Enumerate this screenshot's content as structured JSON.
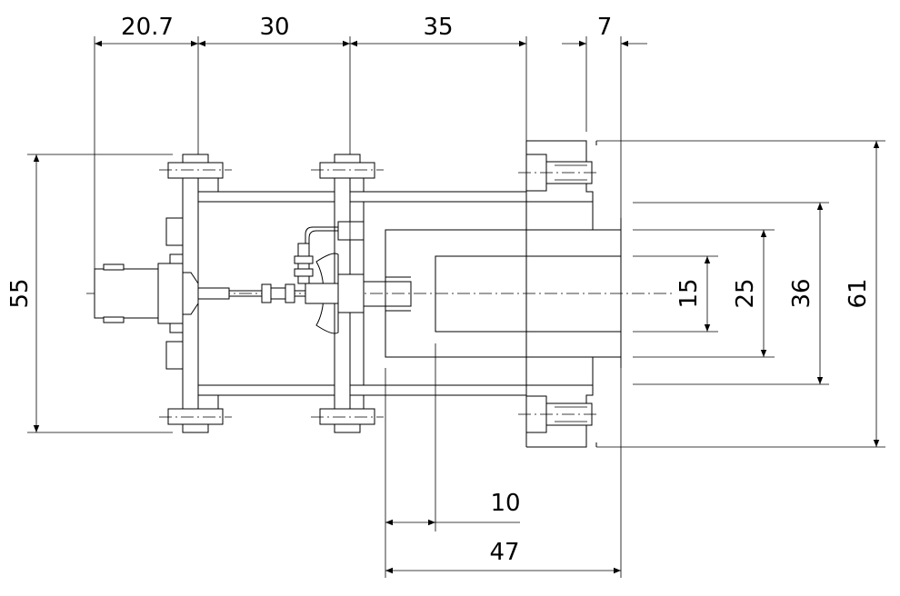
{
  "dimensions": {
    "top": [
      "20.7",
      "30",
      "35",
      "7"
    ],
    "left": [
      "55"
    ],
    "right": [
      "15",
      "25",
      "36",
      "61"
    ],
    "bottom": [
      "10",
      "47"
    ]
  }
}
